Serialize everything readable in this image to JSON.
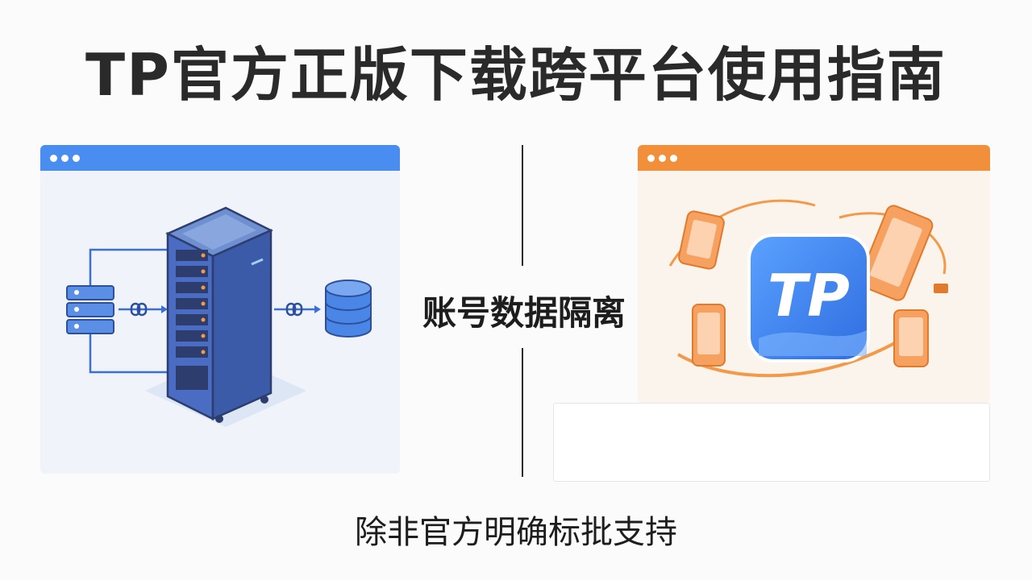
{
  "title": "TP官方正版下载跨平台使用指南",
  "center_label": "账号数据隔离",
  "caption": "除非官方明确标批支持",
  "app_icon": {
    "text": "TP"
  },
  "colors": {
    "left_bar": "#4a8df0",
    "right_bar": "#f28f3b",
    "accent_blue": "#3a6fd8",
    "accent_orange": "#f29a4a"
  },
  "icons": {
    "left_panel": [
      "server-rack-icon",
      "server-stack-icon",
      "database-icon",
      "link-icon"
    ],
    "right_panel": [
      "tp-app-icon",
      "smartphone-icon"
    ]
  }
}
